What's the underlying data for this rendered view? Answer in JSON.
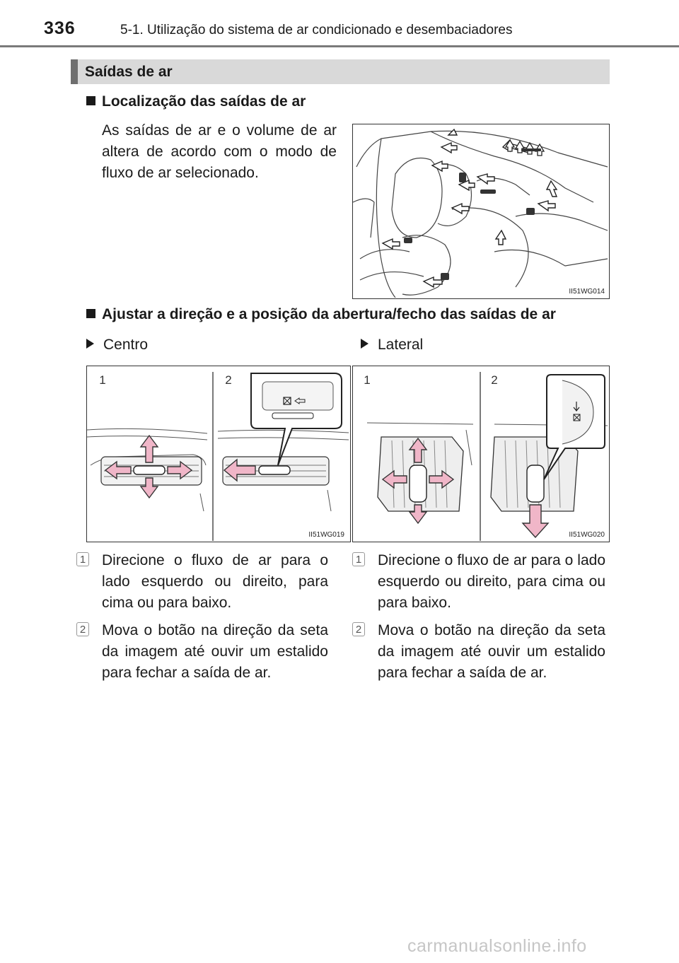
{
  "header": {
    "page_number": "336",
    "chapter": "5-1. Utilização do sistema de ar condicionado e desembaciadores"
  },
  "section": {
    "title": "Saídas de ar"
  },
  "location": {
    "heading": "Localização das saídas de ar",
    "text": "As saídas de ar e o volume de ar altera de acordo com o modo de fluxo de ar selecionado.",
    "figure_code": "II51WG014"
  },
  "adjust": {
    "heading": "Ajustar a direção e a posição da abertura/fecho das saídas de ar",
    "center": {
      "label": "Centro",
      "figure_code": "II51WG019",
      "callouts": [
        "1",
        "2"
      ],
      "steps": [
        {
          "num": "1",
          "text": "Direcione o fluxo de ar para o lado esquerdo ou direito, para cima ou para baixo."
        },
        {
          "num": "2",
          "text": "Mova o botão na direção da seta da imagem até ouvir um estalido para fechar a saída de ar."
        }
      ]
    },
    "side": {
      "label": "Lateral",
      "figure_code": "II51WG020",
      "callouts": [
        "1",
        "2"
      ],
      "steps": [
        {
          "num": "1",
          "text": "Direcione o fluxo de ar para o lado esquerdo ou direito, para cima ou para baixo."
        },
        {
          "num": "2",
          "text": "Mova o botão na direção da seta da imagem até ouvir um estalido para fechar a saída de ar."
        }
      ]
    }
  },
  "watermark": "carmanualsonline.info",
  "colors": {
    "arrow_fill": "#f0b6c8",
    "arrow_stroke": "#333333",
    "section_bar": "#d9d9d9",
    "section_bar_edge": "#6e6e6e"
  }
}
